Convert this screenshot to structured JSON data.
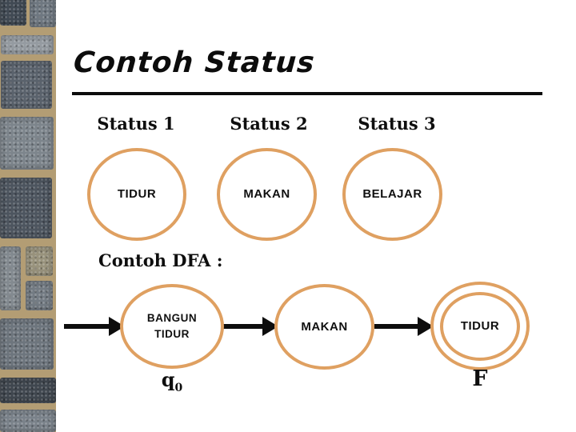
{
  "title": "Contoh Status",
  "colors": {
    "circle_stroke": "#DFA061",
    "arrow": "#0D0D0D",
    "text": "#0E0E0E",
    "mortar": "#B39D74",
    "background": "#FFFFFF"
  },
  "status_row": {
    "headers": [
      "Status 1",
      "Status 2",
      "Status 3"
    ],
    "circles": [
      "TIDUR",
      "MAKAN",
      "BELAJAR"
    ]
  },
  "dfa": {
    "heading": "Contoh DFA :",
    "start_state": {
      "line1": "BANGUN",
      "line2": "TIDUR",
      "label_base": "q",
      "label_sub": "0"
    },
    "mid_state": {
      "label": "MAKAN"
    },
    "final_state": {
      "label": "TIDUR",
      "label_below": "F"
    }
  }
}
